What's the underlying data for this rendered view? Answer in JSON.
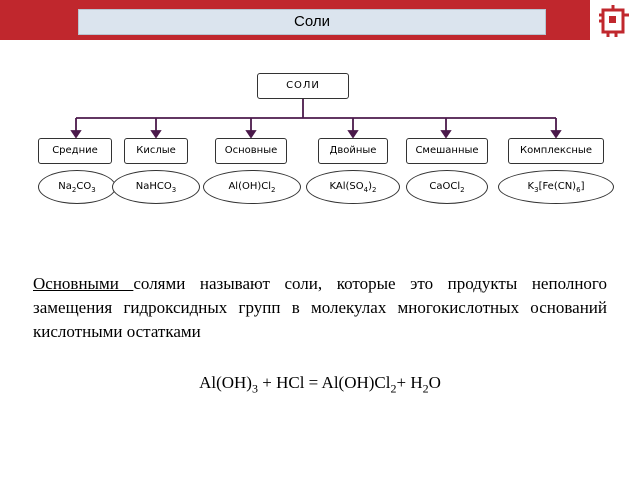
{
  "header": {
    "title": "Соли",
    "accent_color": "#c0272d",
    "logo_icon": "circuit-logo-icon"
  },
  "diagram": {
    "root": "СОЛИ",
    "categories": [
      {
        "label": "Средние",
        "example": [
          "Na",
          "2",
          "CO",
          "3",
          "",
          ""
        ]
      },
      {
        "label": "Кислые",
        "example": [
          "NaHCO",
          "3",
          "",
          "",
          "",
          ""
        ]
      },
      {
        "label": "Основные",
        "example": [
          "Al(OH)Cl",
          "2",
          "",
          "",
          "",
          ""
        ]
      },
      {
        "label": "Двойные",
        "example": [
          "KAl(SO",
          "4",
          ")",
          "2",
          "",
          ""
        ]
      },
      {
        "label": "Смешанные",
        "example": [
          "CaOCl",
          "2",
          "",
          "",
          "",
          ""
        ]
      },
      {
        "label": "Комплексные",
        "example": [
          "K",
          "3",
          "[Fe(CN)",
          "6",
          "]",
          ""
        ]
      }
    ]
  },
  "text": {
    "term": "Основными ",
    "body": "солями называют соли, которые это продукты неполного замещения гидроксидных групп в молекулах многокислотных оснований кислотными остатками"
  },
  "equation": [
    "Al(OH)",
    "3",
    " + HCl = Al(OH)Cl",
    "2",
    "+ H",
    "2",
    "O"
  ]
}
